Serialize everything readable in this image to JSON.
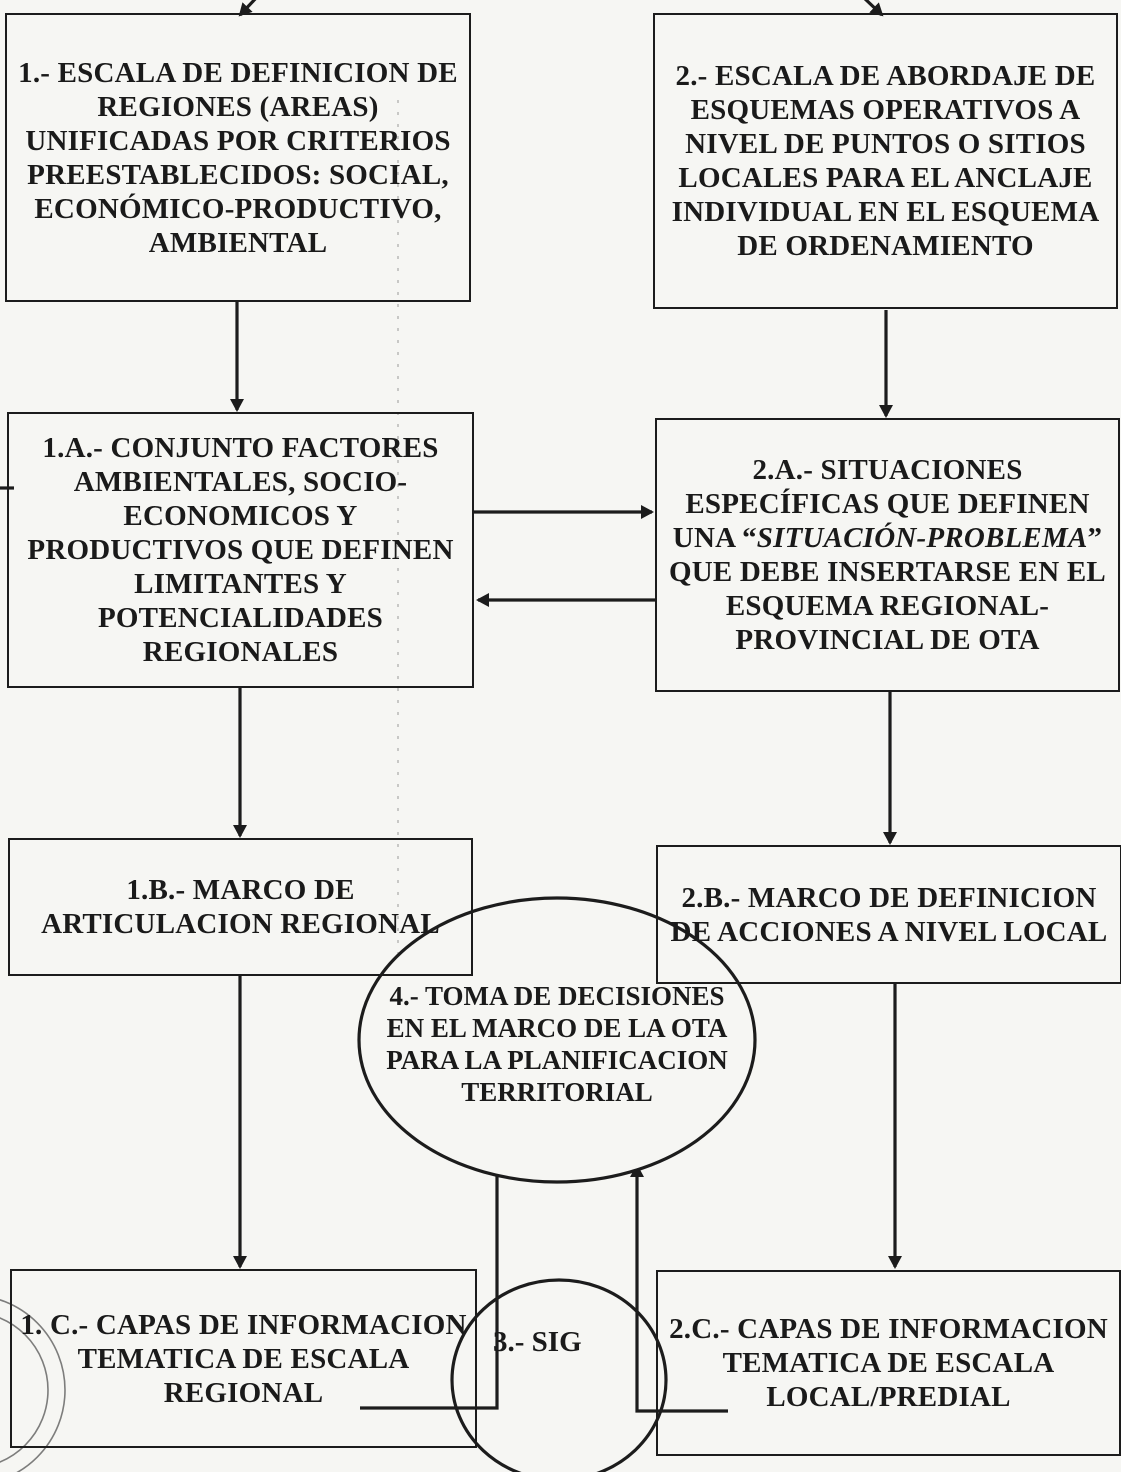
{
  "diagram": {
    "box_1": "1.- ESCALA DE DEFINICION DE REGIONES (AREAS) UNIFICADAS POR CRITERIOS PREESTABLECIDOS: SOCIAL, ECONÓMICO-PRODUCTIVO, AMBIENTAL",
    "box_2": "2.- ESCALA DE ABORDAJE DE ESQUEMAS OPERATIVOS A NIVEL DE PUNTOS O SITIOS LOCALES PARA EL ANCLAJE INDIVIDUAL EN EL ESQUEMA DE ORDENAMIENTO",
    "box_1a": "1.A.- CONJUNTO FACTORES AMBIENTALES, SOCIO-ECONOMICOS Y PRODUCTIVOS QUE DEFINEN LIMITANTES Y POTENCIALIDADES REGIONALES",
    "box_2a": {
      "before": "2.A.- SITUACIONES ESPECÍFICAS QUE DEFINEN UNA “",
      "italic": "SITUACIÓN-PROBLEMA",
      "after": "” QUE DEBE INSERTARSE EN EL ESQUEMA REGIONAL-PROVINCIAL DE OTA"
    },
    "box_1b": "1.B.- MARCO DE ARTICULACION REGIONAL",
    "box_2b": "2.B.- MARCO DE DEFINICION DE ACCIONES A NIVEL LOCAL",
    "box_1c": "1. C.- CAPAS DE INFORMACION TEMATICA DE ESCALA REGIONAL",
    "box_2c": "2.C.- CAPAS DE INFORMACION TEMATICA DE ESCALA LOCAL/PREDIAL",
    "circle_3": "3.- SIG",
    "circle_4": "4.- TOMA DE DECISIONES EN EL MARCO DE LA OTA PARA LA PLANIFICACION TERRITORIAL"
  }
}
